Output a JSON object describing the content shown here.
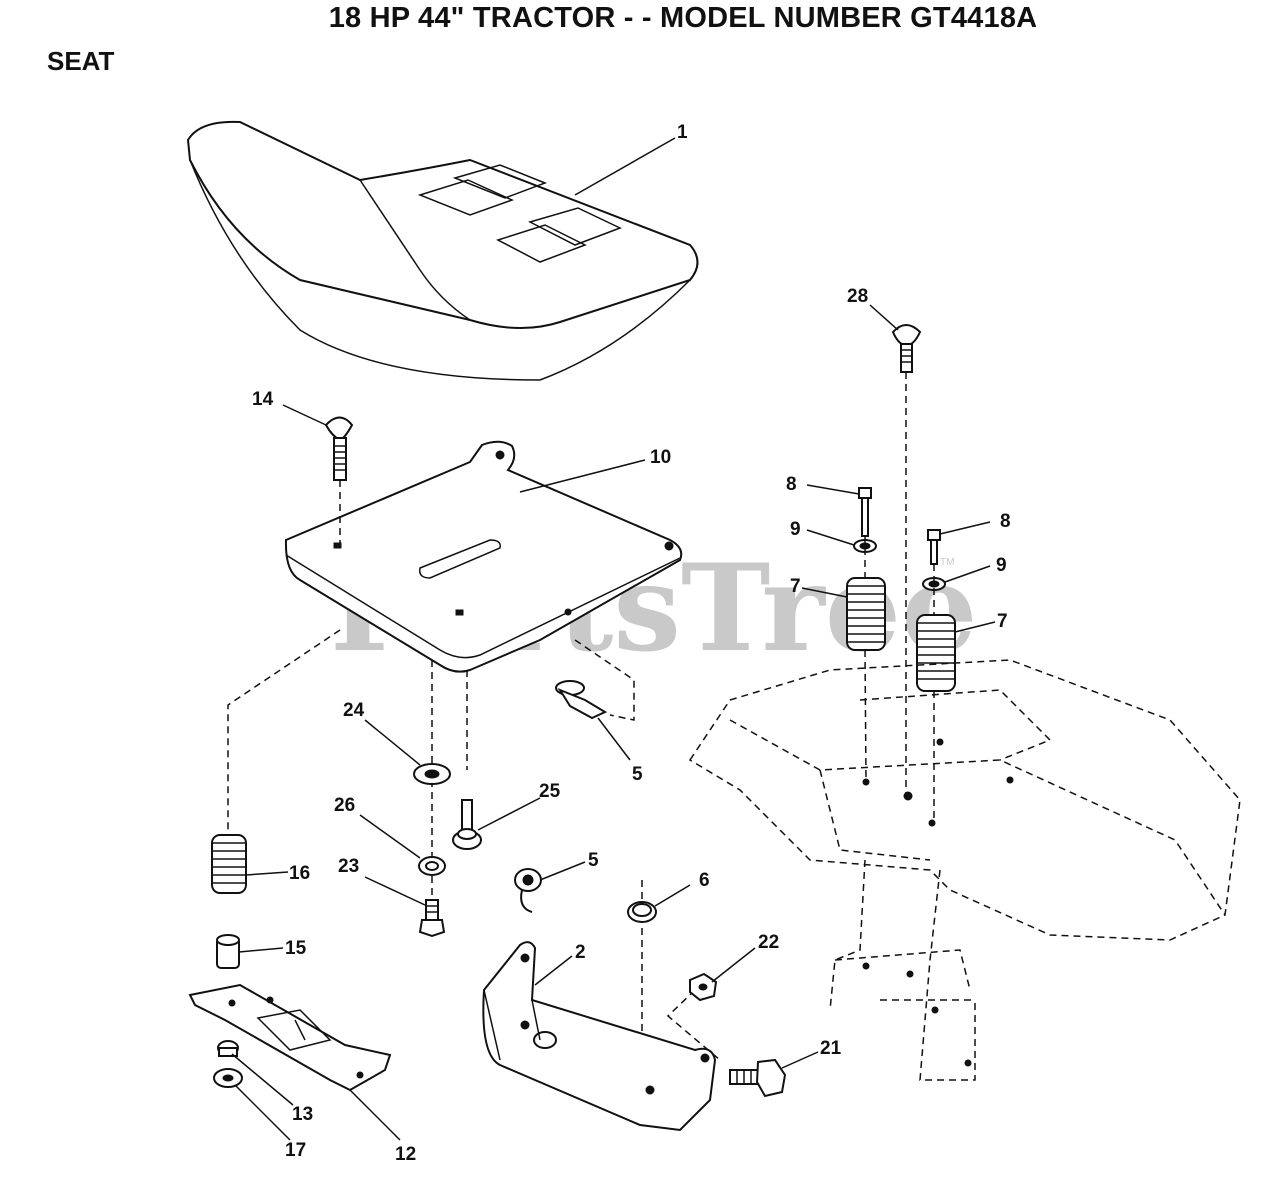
{
  "title": "18 HP 44\" TRACTOR - - MODEL NUMBER GT4418A",
  "section": "SEAT",
  "watermark": "PartsTree",
  "watermark_tm": "TM",
  "callouts": {
    "c1": "1",
    "c28": "28",
    "c14": "14",
    "c10": "10",
    "c8a": "8",
    "c8b": "8",
    "c9a": "9",
    "c9b": "9",
    "c7a": "7",
    "c7b": "7",
    "c5a": "5",
    "c5b": "5",
    "c24": "24",
    "c25": "25",
    "c26": "26",
    "c23": "23",
    "c16": "16",
    "c15": "15",
    "c6": "6",
    "c2": "2",
    "c22": "22",
    "c21": "21",
    "c13": "13",
    "c12": "12",
    "c17": "17"
  }
}
